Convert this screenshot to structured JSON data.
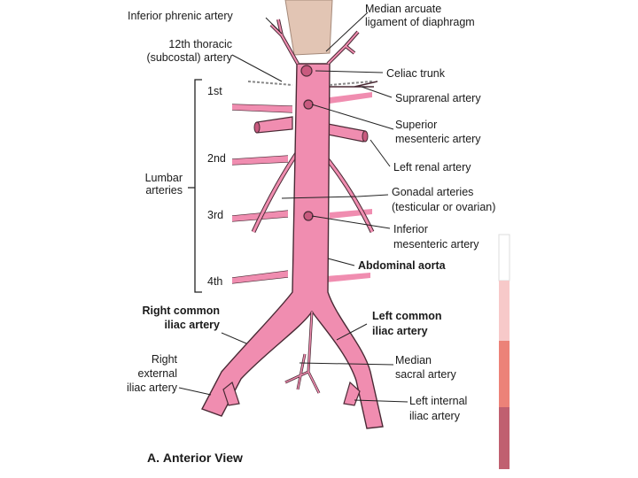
{
  "labels": {
    "inferior_phrenic": "Inferior phrenic artery",
    "median_arcuate": [
      "Median arcuate",
      "ligament of diaphragm"
    ],
    "twelfth_thoracic": [
      "12th thoracic",
      "(subcostal) artery"
    ],
    "celiac_trunk": "Celiac trunk",
    "suprarenal": "Suprarenal artery",
    "superior_mesenteric": [
      "Superior",
      "mesenteric artery"
    ],
    "left_renal": "Left renal artery",
    "gonadal": [
      "Gonadal arteries",
      "(testicular or ovarian)"
    ],
    "inferior_mesenteric": [
      "Inferior",
      "mesenteric artery"
    ],
    "abdominal_aorta": "Abdominal aorta",
    "lumbar": [
      "Lumbar",
      "arteries"
    ],
    "lumbar_levels": [
      "1st",
      "2nd",
      "3rd",
      "4th"
    ],
    "right_common_iliac": [
      "Right common",
      "iliac artery"
    ],
    "left_common_iliac": [
      "Left common",
      "iliac artery"
    ],
    "right_external_iliac": [
      "Right",
      "external",
      "iliac artery"
    ],
    "median_sacral": [
      "Median",
      "sacral artery"
    ],
    "left_internal_iliac": [
      "Left internal",
      "iliac artery"
    ],
    "view_letter": "A.",
    "view_title": "Anterior View"
  },
  "colors": {
    "artery": "#f08db0",
    "artery_outline": "#4a2a35",
    "diaphragm": "#e2c5b4",
    "sidebar": [
      "#ffffff",
      "#f7c9c9",
      "#f2a3a0",
      "#ec8278",
      "#c06070"
    ]
  }
}
